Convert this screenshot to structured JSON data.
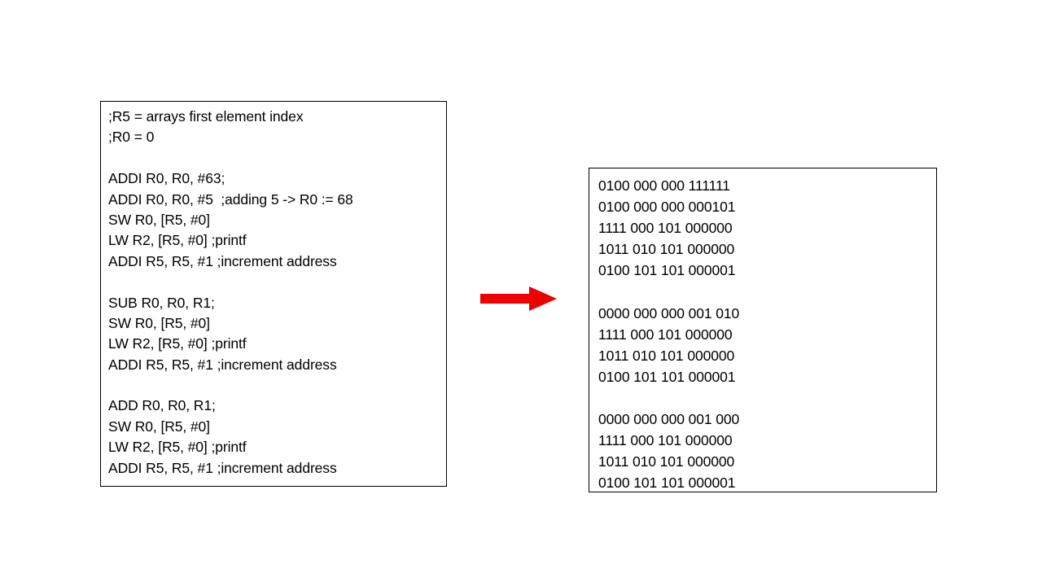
{
  "slide": {
    "background_color": "#FFFFFF",
    "text_color": "#000000"
  },
  "assembly_box": {
    "name": "assembly-source-box",
    "border_color": "#000000",
    "lines": [
      ";R5 = arrays first element index",
      ";R0 = 0",
      "",
      "ADDI R0, R0, #63;",
      "ADDI R0, R0, #5  ;adding 5 -> R0 := 68",
      "SW R0, [R5, #0]",
      "LW R2, [R5, #0] ;printf",
      "ADDI R5, R5, #1 ;increment address",
      "",
      "SUB R0, R0, R1;",
      "SW R0, [R5, #0]",
      "LW R2, [R5, #0] ;printf",
      "ADDI R5, R5, #1 ;increment address",
      "",
      "ADD R0, R0, R1;",
      "SW R0, [R5, #0]",
      "LW R2, [R5, #0] ;printf",
      "ADDI R5, R5, #1 ;increment address"
    ]
  },
  "arrow": {
    "name": "right-arrow-icon",
    "color": "#EE0000",
    "direction": "right"
  },
  "machinecode_box": {
    "name": "machine-code-box",
    "border_color": "#000000",
    "lines": [
      "0100 000 000 111111",
      "0100 000 000 000101",
      "1111 000 101 000000",
      "1011 010 101 000000",
      "0100 101 101 000001",
      "",
      "0000 000 000 001 010",
      "1111 000 101 000000",
      "1011 010 101 000000",
      "0100 101 101 000001",
      "",
      "0000 000 000 001 000",
      "1111 000 101 000000",
      "1011 010 101 000000",
      "0100 101 101 000001"
    ]
  }
}
